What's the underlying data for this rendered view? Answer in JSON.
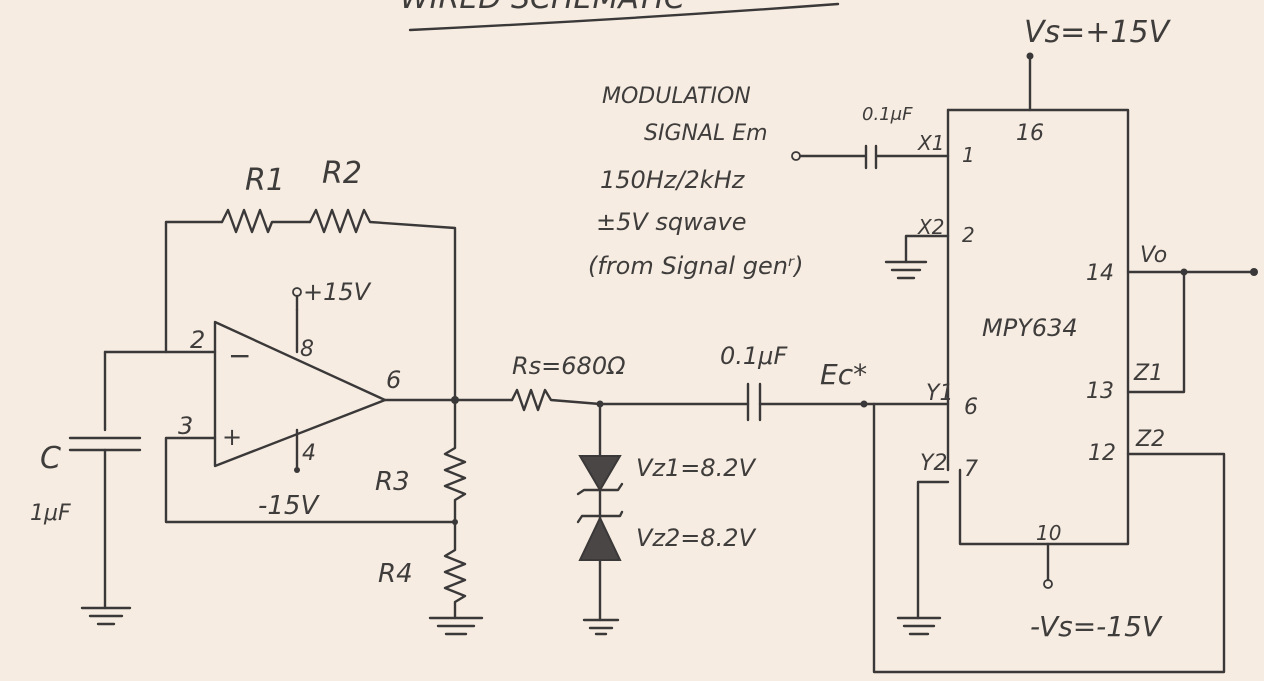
{
  "title_fragment": "WIRED SCHEMATIC",
  "supply": {
    "vs_pos": "Vs=+15V",
    "vs_neg": "-Vs=-15V"
  },
  "opamp": {
    "r1": "R1",
    "r2": "R2",
    "r3": "R3",
    "r4": "R4",
    "pin2": "2",
    "pin3": "3",
    "pin4": "4",
    "pin6": "6",
    "pin8": "8",
    "minus": "−",
    "plus": "+",
    "pos_supply": "+15V",
    "neg_supply": "-15V",
    "cap_label": "C",
    "cap_value": "1μF"
  },
  "shaper": {
    "rs": "Rs=680Ω",
    "coupling_cap": "0.1μF",
    "vz1": "Vz1=8.2V",
    "vz2": "Vz2=8.2V",
    "carrier": "Ec*"
  },
  "modulation": {
    "line1": "MODULATION",
    "line2": "SIGNAL Em",
    "line3": "150Hz/2kHz",
    "line4": "±5V sqwave",
    "line5": "(from Signal genʳ)",
    "cap": "0.1μF"
  },
  "multiplier": {
    "name": "MPY634",
    "pin1": "1",
    "pin2": "2",
    "pin6": "6",
    "pin7": "7",
    "pin10": "10",
    "pin12": "12",
    "pin13": "13",
    "pin14": "14",
    "pin16": "16",
    "x1": "X1",
    "x2": "X2",
    "y1": "Y1",
    "y2": "Y2",
    "z1": "Z1",
    "z2": "Z2",
    "vo": "Vo"
  }
}
